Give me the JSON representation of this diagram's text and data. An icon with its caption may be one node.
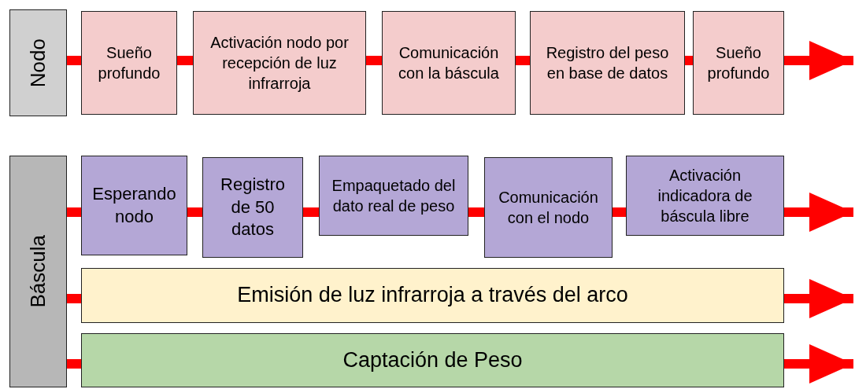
{
  "diagram": {
    "nodes": [
      {
        "text": [
          "Nodo"
        ]
      },
      {
        "text": [
          "Sueño profundo"
        ]
      },
      {
        "text": [
          "Activación nodo por recepción de luz infrarroja"
        ]
      },
      {
        "text": [
          "Comunicación con la báscula"
        ]
      },
      {
        "text": [
          "Registro del peso en base de datos"
        ]
      },
      {
        "text": [
          "Sueño profundo"
        ]
      },
      {
        "text": [
          "Báscula"
        ]
      },
      {
        "text": [
          "Esperando nodo"
        ]
      },
      {
        "text": [
          "Registro de 50 datos"
        ]
      },
      {
        "text": [
          "Empaquetado del dato real de peso"
        ]
      },
      {
        "text": [
          "Comunicación con el nodo"
        ]
      },
      {
        "text": [
          "Activación indicadora de báscula libre"
        ]
      },
      {
        "text": [
          "Emisión de luz infrarroja a través del arco"
        ]
      },
      {
        "text": [
          "Captación de Peso"
        ]
      }
    ],
    "edges": [
      {
        "from": 0,
        "to": 1,
        "arrow": "none"
      },
      {
        "from": 1,
        "to": 2,
        "arrow": "none"
      },
      {
        "from": 2,
        "to": 3,
        "arrow": "none"
      },
      {
        "from": 3,
        "to": 4,
        "arrow": "none"
      },
      {
        "from": 4,
        "to": 5,
        "arrow": "none"
      },
      {
        "from": 5,
        "to": null,
        "arrow": "to"
      },
      {
        "from": 6,
        "to": 7,
        "arrow": "none"
      },
      {
        "from": 7,
        "to": 8,
        "arrow": "none"
      },
      {
        "from": 8,
        "to": 9,
        "arrow": "none"
      },
      {
        "from": 9,
        "to": 10,
        "arrow": "none"
      },
      {
        "from": 10,
        "to": 11,
        "arrow": "none"
      },
      {
        "from": 11,
        "to": null,
        "arrow": "to"
      },
      {
        "from": 6,
        "to": 12,
        "arrow": "none"
      },
      {
        "from": 12,
        "to": null,
        "arrow": "to"
      },
      {
        "from": 6,
        "to": 13,
        "arrow": "none"
      },
      {
        "from": 13,
        "to": null,
        "arrow": "to"
      }
    ]
  }
}
